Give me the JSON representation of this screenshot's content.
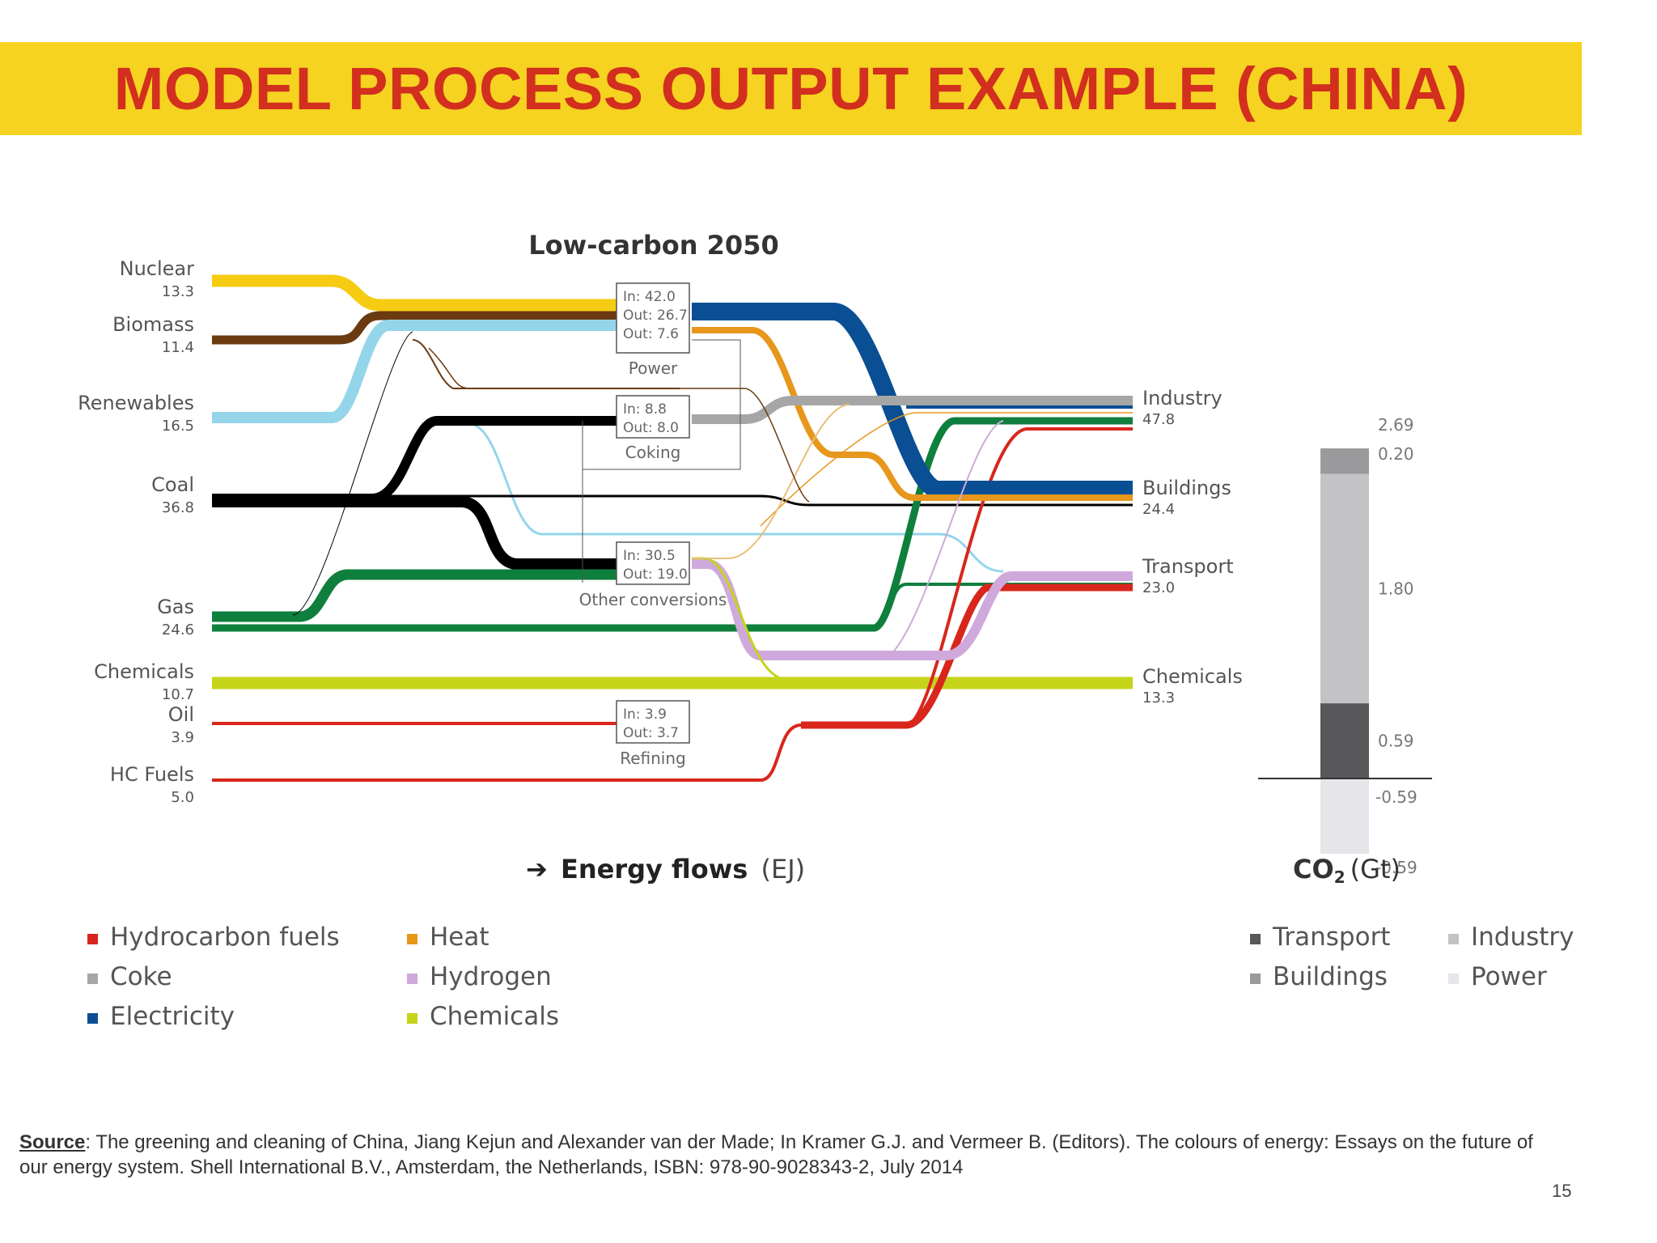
{
  "page": {
    "title": "MODEL PROCESS OUTPUT EXAMPLE (CHINA)",
    "source_label": "Source",
    "source_text": ": The greening and cleaning of China, Jiang Kejun and Alexander van der Made; In Kramer G.J. and Vermeer B. (Editors). The colours of energy: Essays on the future of our energy system. Shell International B.V., Amsterdam, the Netherlands, ISBN: 978-90-9028343-2, July 2014",
    "page_number": "15"
  },
  "chart_data": [
    {
      "type": "sankey",
      "title": "Low-carbon 2050",
      "xlabel_arrow": "➔",
      "xlabel": "Energy flows",
      "xlabel_unit": "(EJ)",
      "sources": [
        {
          "name": "Nuclear",
          "value": "13.3",
          "color": "#f5cc12"
        },
        {
          "name": "Biomass",
          "value": "11.4",
          "color": "#6b3a10"
        },
        {
          "name": "Renewables",
          "value": "16.5",
          "color": "#95d5ea"
        },
        {
          "name": "Coal",
          "value": "36.8",
          "color": "#000000"
        },
        {
          "name": "Gas",
          "value": "24.6",
          "color": "#0f7f3d"
        },
        {
          "name": "Chemicals",
          "value": "10.7",
          "color": "#c5d419"
        },
        {
          "name": "Oil",
          "value": "3.9",
          "color": "#d9261c"
        },
        {
          "name": "HC Fuels",
          "value": "5.0",
          "color": "#d9261c"
        }
      ],
      "conversions": [
        {
          "name": "Power",
          "lines": [
            "In:  42.0",
            "Out: 26.7",
            "Out: 7.6"
          ]
        },
        {
          "name": "Coking",
          "lines": [
            "In:  8.8",
            "Out: 8.0"
          ]
        },
        {
          "name": "Other conversions",
          "lines": [
            "In:  30.5",
            "Out: 19.0"
          ]
        },
        {
          "name": "Refining",
          "lines": [
            "In:  3.9",
            "Out: 3.7"
          ]
        }
      ],
      "sinks": [
        {
          "name": "Industry",
          "value": "47.8"
        },
        {
          "name": "Buildings",
          "value": "24.4"
        },
        {
          "name": "Transport",
          "value": "23.0"
        },
        {
          "name": "Chemicals",
          "value": "13.3"
        }
      ],
      "legend": [
        {
          "label": "Hydrocarbon fuels",
          "color": "#d9261c"
        },
        {
          "label": "Coke",
          "color": "#a6a6a6"
        },
        {
          "label": "Electricity",
          "color": "#0a4f94"
        },
        {
          "label": "Heat",
          "color": "#e7971b"
        },
        {
          "label": "Hydrogen",
          "color": "#cfa9dc"
        },
        {
          "label": "Chemicals",
          "color": "#c5d419"
        }
      ]
    },
    {
      "type": "bar",
      "title_main": "CO",
      "title_sub": "2",
      "title_unit": "(Gt)",
      "total_label": "2.69",
      "stack": [
        {
          "label": "0.20",
          "value": 0.2,
          "color": "#9a9a9c"
        },
        {
          "label": "1.80",
          "value": 1.8,
          "color": "#c3c3c6"
        },
        {
          "label": "0.59",
          "value": 0.59,
          "color": "#58585a"
        },
        {
          "label": "-0.59",
          "value": -0.59,
          "color": "#e5e5ea"
        }
      ],
      "net_label": "-0.59",
      "legend": [
        {
          "label": "Transport",
          "color": "#58585a"
        },
        {
          "label": "Industry",
          "color": "#c3c3c6"
        },
        {
          "label": "Buildings",
          "color": "#9a9a9c"
        },
        {
          "label": "Power",
          "color": "#e5e5ea"
        }
      ]
    }
  ]
}
